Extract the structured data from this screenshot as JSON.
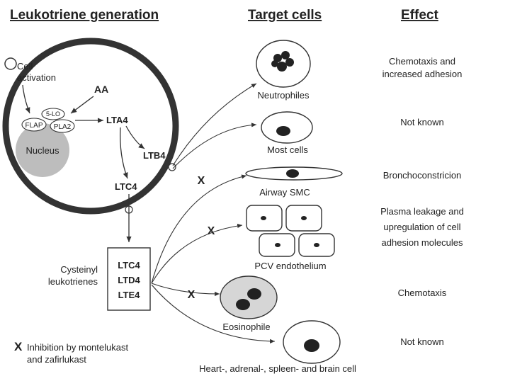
{
  "headers": {
    "generation": "Leukotriene generation",
    "targets": "Target cells",
    "effect": "Effect"
  },
  "labels": {
    "cell_activation_1": "Cell",
    "cell_activation_2": "activation",
    "aa": "AA",
    "five_lo": "5-LO",
    "flap": "FLAP",
    "pla2": "PLA2",
    "nucleus": "Nucleus",
    "lta4": "LTA4",
    "ltb4": "LTB4",
    "ltc4": "LTC4",
    "cysteinyl_1": "Cysteinyl",
    "cysteinyl_2": "leukotrienes",
    "box_ltc4": "LTC4",
    "box_ltd4": "LTD4",
    "box_lte4": "LTE4",
    "x_mark": "X",
    "legend_1": "Inhibition by montelukast",
    "legend_2": "and zafirlukast"
  },
  "targets": [
    {
      "name": "Neutrophiles",
      "effect": [
        "Chemotaxis and",
        "increased adhesion"
      ]
    },
    {
      "name": "Most cells",
      "effect": [
        "Not known"
      ]
    },
    {
      "name": "Airway SMC",
      "effect": [
        "Bronchoconstricion"
      ]
    },
    {
      "name": "PCV endothelium",
      "effect": [
        "Plasma leakage and",
        "upregulation of cell",
        "adhesion molecules"
      ]
    },
    {
      "name": "Eosinophile",
      "effect": [
        "Chemotaxis"
      ]
    },
    {
      "name": "Heart-, adrenal-, spleen- and brain cell",
      "effect": [
        "Not known"
      ]
    }
  ],
  "colors": {
    "cell_membrane": "#333333",
    "nucleus_fill": "#bdbdbd",
    "eosinophile_fill": "#d6d6d6",
    "ink": "#222222"
  }
}
